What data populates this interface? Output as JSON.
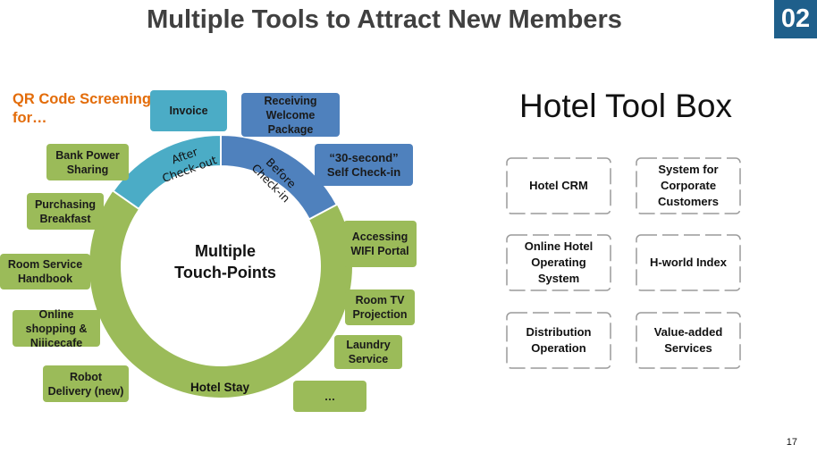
{
  "slide": {
    "title": "Multiple Tools to Attract New Members",
    "number": "02",
    "page": "17"
  },
  "ring": {
    "center_line1": "Multiple",
    "center_line2": "Touch-Points",
    "after_checkout_line1": "After",
    "after_checkout_line2": "Check-out",
    "before_checkin_line1": "Before",
    "before_checkin_line2": "Check-in",
    "hotel_stay": "Hotel Stay"
  },
  "qr_label": "QR Code Screening for…",
  "boxes": {
    "invoice": "Invoice",
    "receiving": "Receiving Welcome Package",
    "self_checkin": "“30-second” Self Check-in",
    "wifi": "Accessing WIFI Portal",
    "tv": "Room TV Projection",
    "laundry": "Laundry Service",
    "more": "…",
    "robot": "Robot Delivery (new)",
    "online_shopping": "Online shopping & Niiicecafe",
    "handbook": "Room Service Handbook",
    "breakfast": "Purchasing Breakfast",
    "power": "Bank Power Sharing"
  },
  "toolbox": {
    "title": "Hotel Tool Box",
    "tools": [
      "Hotel CRM",
      "System for Corporate Customers",
      "Online Hotel Operating System",
      "H-world Index",
      "Distribution Operation",
      "Value-added Services"
    ]
  },
  "colors": {
    "green": "#9bbb59",
    "teal": "#4bacc6",
    "blue": "#4f81bd",
    "orange": "#e36c09",
    "badge": "#1f5f8b"
  }
}
